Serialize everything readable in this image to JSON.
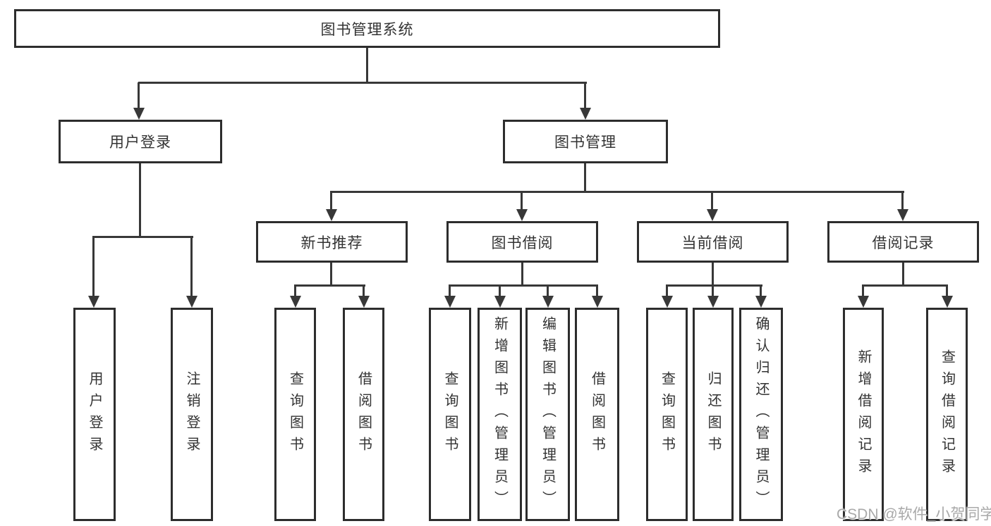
{
  "diagram": {
    "tree": {
      "root": {
        "label": "图书管理系统"
      },
      "branches": [
        {
          "label": "用户登录",
          "children": [
            {
              "label": "用户登录"
            },
            {
              "label": "注销登录"
            }
          ]
        },
        {
          "label": "图书管理",
          "children": [
            {
              "label": "新书推荐",
              "children": [
                {
                  "label": "查询图书"
                },
                {
                  "label": "借阅图书"
                }
              ]
            },
            {
              "label": "图书借阅",
              "children": [
                {
                  "label": "查询图书"
                },
                {
                  "label": "新增图书（管理员）"
                },
                {
                  "label": "编辑图书（管理员）"
                },
                {
                  "label": "借阅图书"
                }
              ]
            },
            {
              "label": "当前借阅",
              "children": [
                {
                  "label": "查询图书"
                },
                {
                  "label": "归还图书"
                },
                {
                  "label": "确认归还（管理员）"
                }
              ]
            },
            {
              "label": "借阅记录",
              "children": [
                {
                  "label": "新增借阅记录"
                },
                {
                  "label": "查询借阅记录"
                }
              ]
            }
          ]
        }
      ]
    },
    "colors": {
      "line": "#383838",
      "box_border": "#2d2d2d",
      "text": "#333333",
      "background": "#ffffff",
      "watermark": "#a9a9a9"
    }
  },
  "watermark": {
    "text": "CSDN @软件_小贺同学"
  }
}
